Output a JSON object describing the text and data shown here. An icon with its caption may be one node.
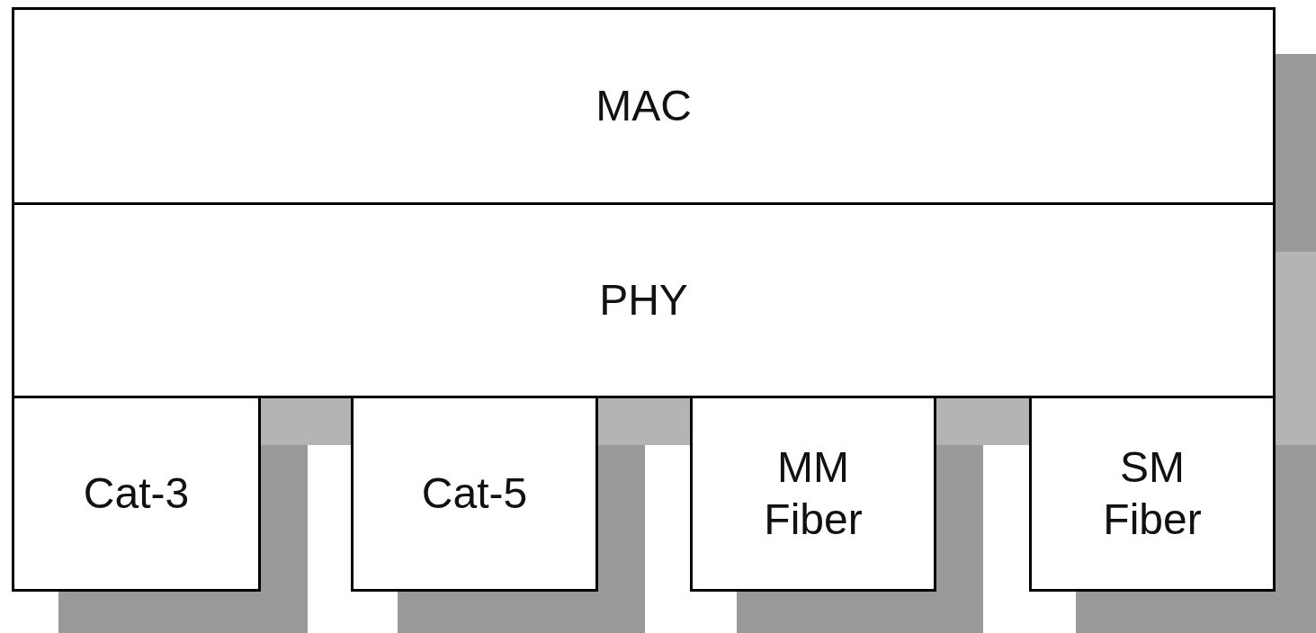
{
  "diagram": {
    "nodes": [
      {
        "text": [
          "MAC"
        ]
      },
      {
        "text": [
          "PHY"
        ]
      },
      {
        "text": [
          "Cat-3"
        ]
      },
      {
        "text": [
          "Cat-5"
        ]
      },
      {
        "text": [
          "MM Fiber"
        ]
      },
      {
        "text": [
          "SM Fiber"
        ]
      }
    ]
  }
}
